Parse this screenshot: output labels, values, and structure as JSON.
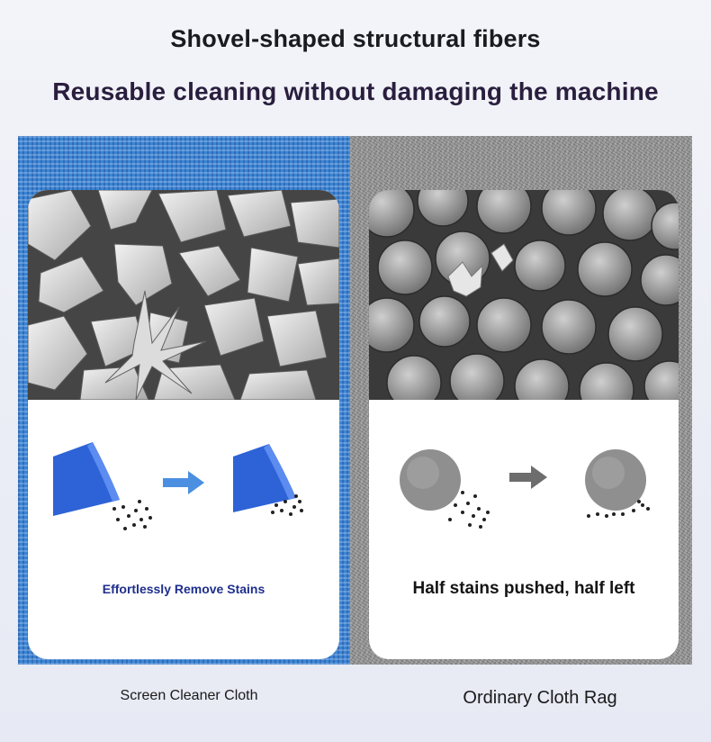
{
  "header": {
    "title": "Shovel-shaped structural fibers",
    "subtitle": "Reusable cleaning without damaging the machine"
  },
  "comparison": {
    "left": {
      "caption": "Effortlessly Remove Stains",
      "label": "Screen Cleaner Cloth",
      "accent_color": "#3d86d6",
      "shape_icon": "wedge-shape-icon"
    },
    "right": {
      "caption": "Half stains pushed, half left",
      "label": "Ordinary Cloth Rag",
      "accent_color": "#8d8d8d",
      "shape_icon": "circle-shape-icon"
    },
    "arrow_icon": "arrow-right-icon"
  }
}
